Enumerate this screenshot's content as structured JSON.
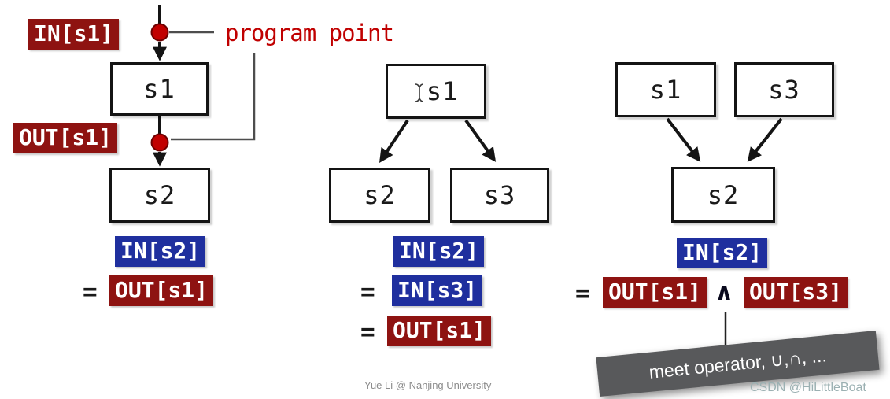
{
  "colors": {
    "badge_red": "#8e1311",
    "badge_blue": "#1f2f9e",
    "annotation_red": "#c00000",
    "dot_red": "#c10000",
    "banner_gray": "#58595b",
    "line_dark": "#141414",
    "footer_gray": "#8c8c8c",
    "watermark_teal": "#9bb0b2"
  },
  "panel_left": {
    "in_badge": "IN[s1]",
    "out_badge": "OUT[s1]",
    "node1": "s1",
    "node2": "s2",
    "annotation": "program point",
    "equation": {
      "lhs": "IN[s2]",
      "eq": "=",
      "rhs": "OUT[s1]"
    }
  },
  "panel_middle": {
    "node1": "s1",
    "node2": "s2",
    "node3": "s3",
    "equation": {
      "lhs": "IN[s2]",
      "eq1": "=",
      "mid": "IN[s3]",
      "eq2": "=",
      "rhs": "OUT[s1]"
    }
  },
  "panel_right": {
    "node1": "s1",
    "node3": "s3",
    "node2": "s2",
    "equation": {
      "lhs": "IN[s2]",
      "eq": "=",
      "rhs1": "OUT[s1]",
      "meet": "∧",
      "rhs2": "OUT[s3]"
    },
    "callout": "meet operator, ∪,∩, ..."
  },
  "footer": {
    "credit": "Yue Li @ Nanjing University",
    "watermark": "CSDN @HiLittleBoat"
  }
}
